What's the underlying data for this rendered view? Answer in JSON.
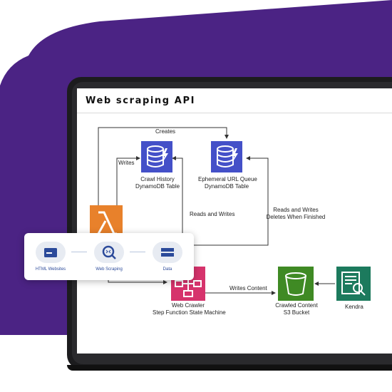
{
  "window": {
    "title": "Web scraping API"
  },
  "nodes": {
    "crawl_history": {
      "line1": "Crawl History",
      "line2": "DynamoDB Table"
    },
    "url_queue": {
      "line1": "Ephemeral URL Queue",
      "line2": "DynamoDB Table"
    },
    "web_crawler": {
      "line1": "Web Crawler",
      "line2": "Step Function State Machine"
    },
    "crawled_content": {
      "line1": "Crawled Content",
      "line2": "S3 Bucket"
    },
    "kendra": {
      "line1": "Kendra"
    }
  },
  "edges": {
    "creates": "Creates",
    "writes": "Writes",
    "reads_and_writes": "Reads and Writes",
    "reads_writes_deletes_1": "Reads and Writes",
    "reads_writes_deletes_2": "Deletes When Finished",
    "writes_content": "Writes Content"
  },
  "flow_card": {
    "steps": [
      "HTML Websites",
      "Web Scraping",
      "Data"
    ]
  },
  "colors": {
    "purple_bg": "#4b2384",
    "dynamodb": "#4450c8",
    "lambda": "#e8812b",
    "stepfn": "#d6336c",
    "s3": "#3f8a24",
    "kendra": "#1c7a5d",
    "flow_icon": "#2b4a9a"
  },
  "icons": [
    "dynamodb-icon",
    "lambda-icon",
    "step-function-icon",
    "s3-bucket-icon",
    "kendra-icon",
    "html-website-icon",
    "web-scraping-icon",
    "data-icon",
    "arrow-right-icon"
  ]
}
